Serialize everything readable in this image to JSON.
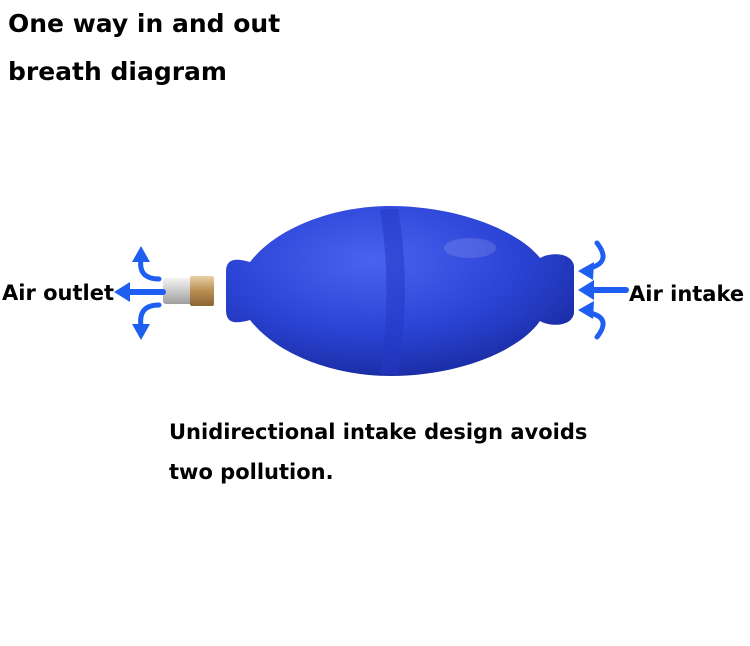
{
  "title": {
    "line1": "One way in and out",
    "line2": "breath diagram"
  },
  "labels": {
    "outlet": "Air outlet",
    "intake": "Air intake"
  },
  "caption": {
    "line1": "Unidirectional intake design avoids",
    "line2": "two pollution."
  },
  "colors": {
    "bulb": "#2b44d6",
    "bulb_dark": "#17289a",
    "arrow": "#1e5ef0",
    "text": "#000000"
  },
  "icons": {
    "outlet_arrows": "air-outlet-arrows-icon",
    "intake_arrows": "air-intake-arrows-icon",
    "bulb": "blower-bulb-icon"
  }
}
